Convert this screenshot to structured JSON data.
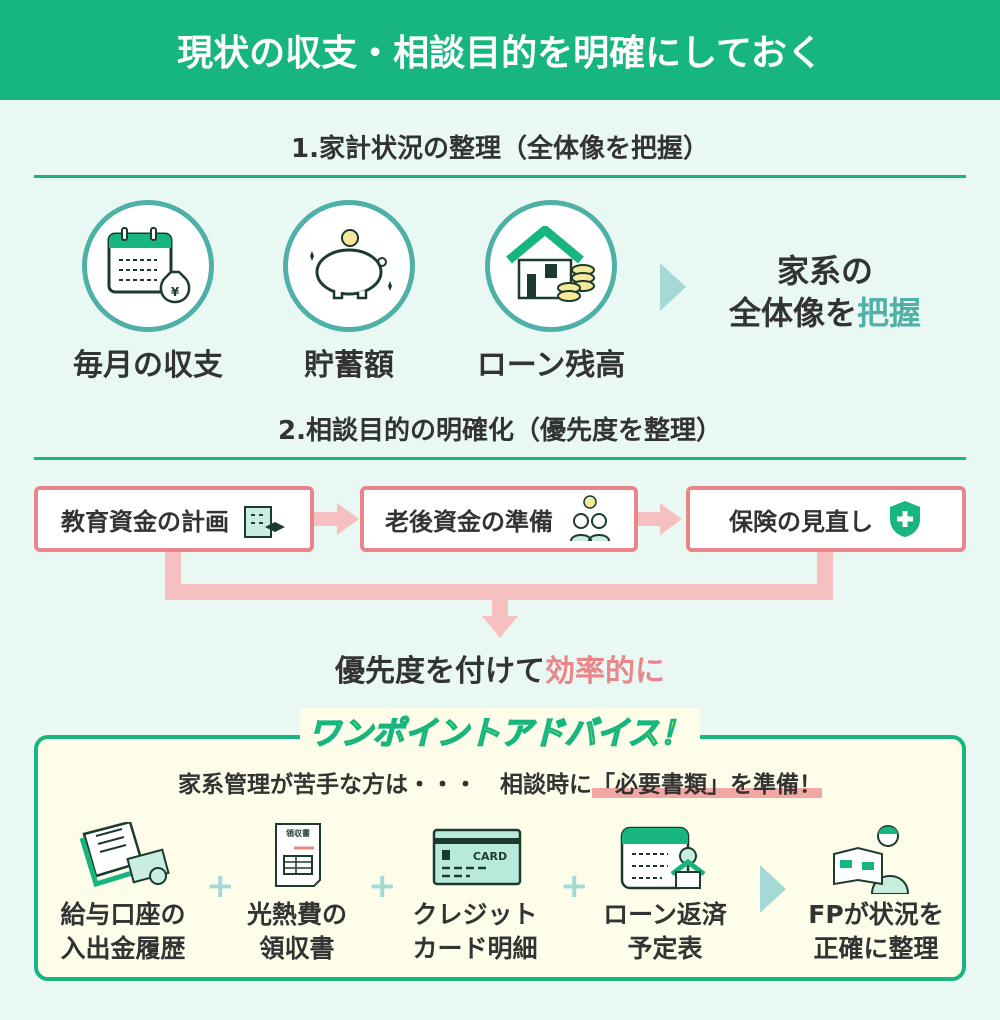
{
  "header": {
    "title": "現状の収支・相談目的を明確にしておく"
  },
  "section1": {
    "title": "1.家計状況の整理（全体像を把握）",
    "items": [
      {
        "label": "毎月の収支",
        "icon": "calendar-money-icon"
      },
      {
        "label": "貯蓄額",
        "icon": "piggy-bank-icon"
      },
      {
        "label": "ローン残高",
        "icon": "house-coins-icon"
      }
    ],
    "result_line1": "家系の",
    "result_line2_a": "全体像を",
    "result_line2_b": "把握"
  },
  "section2": {
    "title": "2.相談目的の明確化（優先度を整理）",
    "items": [
      {
        "label": "教育資金の計画",
        "icon": "school-icon"
      },
      {
        "label": "老後資金の準備",
        "icon": "elderly-couple-icon"
      },
      {
        "label": "保険の見直し",
        "icon": "shield-plus-icon"
      }
    ],
    "result_a": "優先度を付けて",
    "result_b": "効率的に"
  },
  "advice": {
    "title": "ワンポイントアドバイス！",
    "lead_a": "家系管理が苦手な方は・・・　相談時に",
    "lead_b": "「必要書類」",
    "lead_c": "を準備！",
    "items": [
      {
        "line1": "給与口座の",
        "line2": "入出金履歴"
      },
      {
        "line1": "光熱費の",
        "line2": "領収書",
        "doc_text": "領収書"
      },
      {
        "line1": "クレジット",
        "line2": "カード明細",
        "card_text": "CARD"
      },
      {
        "line1": "ローン返済",
        "line2": "予定表"
      }
    ],
    "result_line1": "FPが状況を",
    "result_line2": "正確に整理"
  },
  "colors": {
    "green": "#17b67e",
    "teal": "#4fb0a8",
    "pink": "#e8868a"
  }
}
